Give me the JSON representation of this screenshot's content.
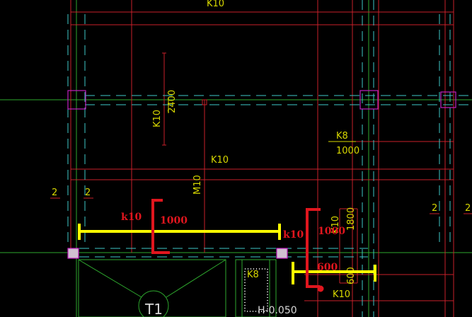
{
  "drawing": {
    "labels": {
      "top_k10": "K10",
      "k10_2400": "K10",
      "dim_2400": "2400",
      "k8": "K8",
      "dim_1000_right": "1000",
      "mid_k10": "K10",
      "m10": "M10",
      "axis_left_1": "2",
      "axis_left_2": "2",
      "axis_right_1": "2",
      "axis_right_2": "2",
      "k10_vertical_right": "K10",
      "dim_1800": "1800",
      "dim_600_small": "600",
      "bottom_k10": "K10",
      "k8_bottom": "K8",
      "elevation": "H-0.050",
      "tag_t1": "T1"
    },
    "annotations": {
      "k10_left": "k10",
      "dim_1000_left": "1000",
      "k10_right": "k10",
      "dim_1000_right": "1000",
      "dim_600": "600"
    },
    "colors": {
      "background": "#000000",
      "beam_red": "#c8202a",
      "axis_green": "#2ea82e",
      "dash_cyan": "#3ec8c8",
      "column_magenta": "#c020c0",
      "text_yellow": "#d8d800",
      "markup_yellow": "#ffff00",
      "markup_red": "#e0161e"
    }
  }
}
